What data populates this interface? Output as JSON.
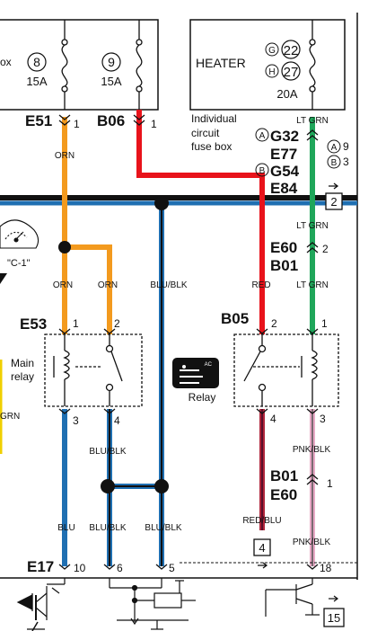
{
  "fuses": {
    "fuse8": {
      "number": "8",
      "rating": "15A"
    },
    "fuse9": {
      "number": "9",
      "rating": "15A"
    },
    "heater": {
      "label": "HEATER",
      "pin_g": "G",
      "num_g": "22",
      "pin_h": "H",
      "num_h": "27",
      "rating": "20A"
    },
    "left_box_text": "ox"
  },
  "connectors": {
    "e51": {
      "code": "E51",
      "pin": "1"
    },
    "b06": {
      "code": "B06",
      "pin": "1"
    },
    "g32": {
      "circle_a": "A",
      "code": "G32",
      "circle_a2": "A",
      "pin_a": "9"
    },
    "e77": {
      "code": "E77"
    },
    "g54": {
      "circle_b": "B",
      "code": "G54",
      "circle_b2": "B",
      "pin_b": "3"
    },
    "e84": {
      "code": "E84"
    },
    "e60_b01_top": {
      "code1": "E60",
      "code2": "B01",
      "pin": "2"
    },
    "e53": {
      "code": "E53",
      "pin1": "1",
      "pin2": "2",
      "pin3": "3",
      "pin4": "4"
    },
    "b05": {
      "code": "B05",
      "pin2": "2",
      "pin1": "1",
      "pin4": "4",
      "pin3": "3"
    },
    "b01_e60_bottom": {
      "code1": "B01",
      "code2": "E60",
      "pin": "1"
    },
    "e17": {
      "code": "E17",
      "pin10": "10",
      "pin6": "6",
      "pin5": "5",
      "pin18": "18"
    }
  },
  "labels": {
    "individual_fuse_box": [
      "Individual",
      "circuit",
      "fuse box"
    ],
    "main_relay": [
      "Main",
      "relay"
    ],
    "relay": "Relay",
    "ac_icon_text": "AC",
    "c1": "\"C-1\"",
    "grn_left": "GRN"
  },
  "wires": {
    "orn_top": "ORN",
    "lt_grn_1": "LT GRN",
    "lt_grn_2": "LT GRN",
    "lt_grn_3": "LT GRN",
    "orn_a": "ORN",
    "orn_b": "ORN",
    "blu_blk_top": "BLU/BLK",
    "red": "RED",
    "blu_blk_mid": "BLU/BLK",
    "pnk_blk_1": "PNK/BLK",
    "pnk_blk_2": "PNK/BLK",
    "blu": "BLU",
    "blu_blk_b1": "BLU/BLK",
    "blu_blk_b2": "BLU/BLK",
    "red_blu": "RED/BLU"
  },
  "refs": {
    "ref2": "2",
    "ref4": "4",
    "ref15": "15"
  },
  "colors": {
    "orange": "#f39a1e",
    "red": "#e8131b",
    "dark_red": "#b0253a",
    "green": "#1fa65a",
    "blue": "#1f6fb2",
    "dark_blue": "#123c8c",
    "pink": "#e9a9c6",
    "yellow": "#f0d000"
  }
}
